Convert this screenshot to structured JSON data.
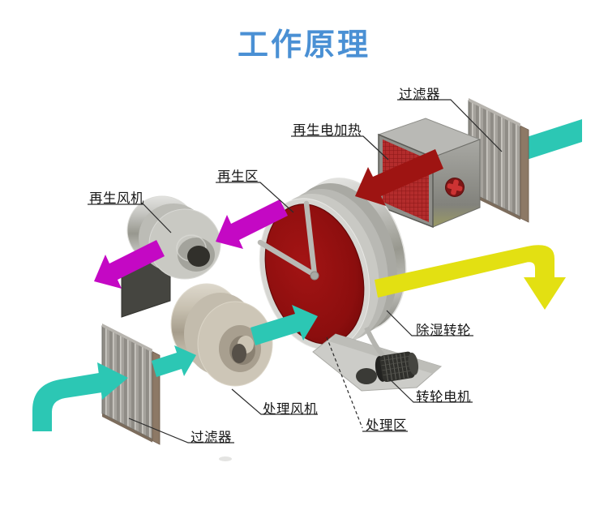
{
  "title": "工作原理",
  "labels": {
    "filter_top": "过滤器",
    "regen_heater": "再生电加热",
    "regen_zone": "再生区",
    "regen_fan": "再生风机",
    "dehumid_wheel": "除湿转轮",
    "wheel_motor": "转轮电机",
    "process_fan": "处理风机",
    "process_zone": "处理区",
    "filter_bottom": "过滤器"
  },
  "colors": {
    "title_blue": "#4a90d4",
    "process_air_teal": "#2cc7b4",
    "regen_exhaust_magenta": "#c408c4",
    "hot_air_dark_red": "#9e1412",
    "dry_air_yellow": "#e3e012",
    "wheel_face_red": "#8e0d0d",
    "label_text": "#161616"
  }
}
